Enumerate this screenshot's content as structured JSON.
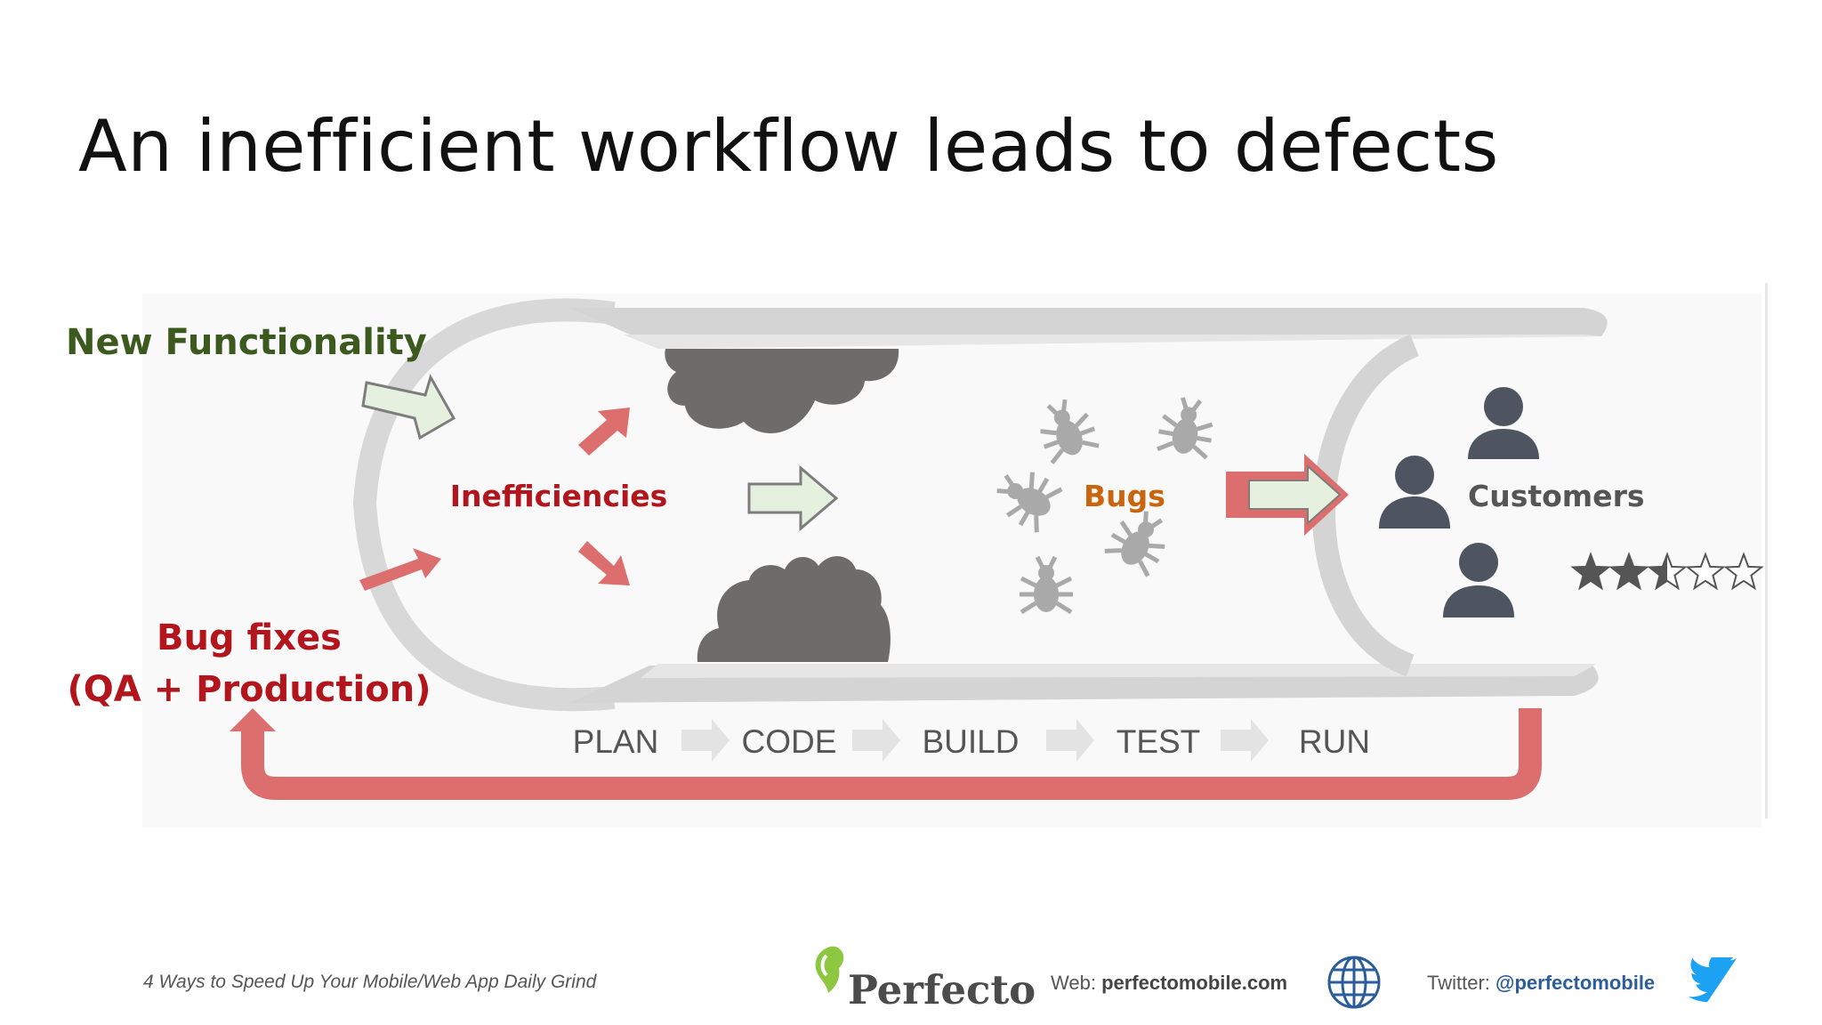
{
  "slide": {
    "title": "An inefficient workflow leads to defects"
  },
  "diagram": {
    "input_new": "New Functionality",
    "input_bugfix_line1": "Bug fixes",
    "input_bugfix_line2": "(QA + Production)",
    "inefficiencies": "Inefficiencies",
    "bugs": "Bugs",
    "customers": "Customers",
    "stages": [
      "PLAN",
      "CODE",
      "BUILD",
      "TEST",
      "RUN"
    ],
    "rating_stars": 2.5,
    "rating_max": 5,
    "colors": {
      "green_text": "#3c5a1e",
      "red_text": "#b3151c",
      "orange_text": "#c9650f",
      "arrow_red": "#dc6e6e",
      "arrow_green_fill": "#e6f0df",
      "pipe": "#d6d6d6",
      "cloud": "#6e6b6b",
      "person": "#4e5560"
    }
  },
  "footer": {
    "caption": "4 Ways to Speed Up Your Mobile/Web App Daily Grind",
    "brand": "Perfecto",
    "web_label": "Web: ",
    "web_value": "perfectomobile.com",
    "twitter_label": "Twitter: ",
    "twitter_value": "@perfectomobile"
  }
}
